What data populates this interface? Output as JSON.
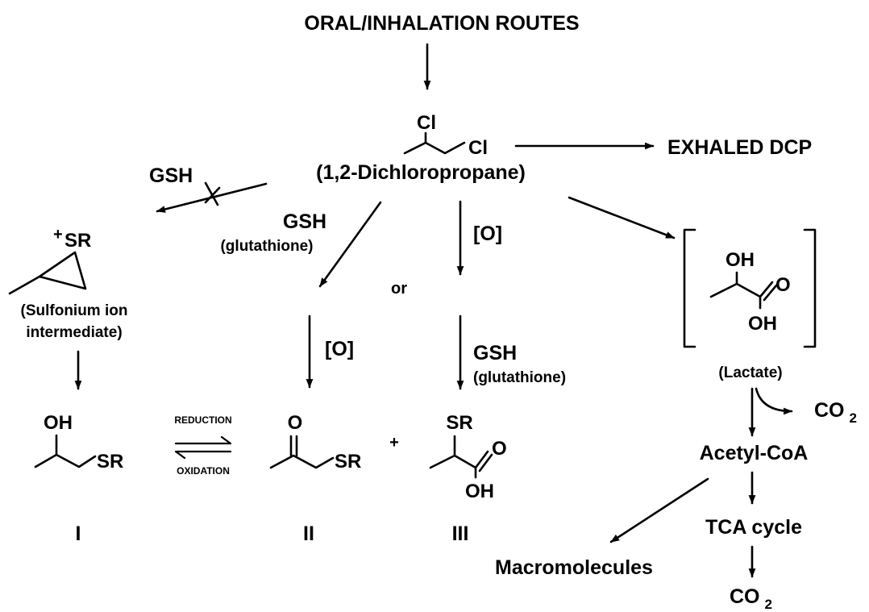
{
  "title": "ORAL/INHALATION ROUTES",
  "parent": {
    "name": "(1,2-Dichloropropane)",
    "atom_cl1": "Cl",
    "atom_cl2": "Cl"
  },
  "exhaled": "EXHALED DCP",
  "left_branch": {
    "reagent": "GSH",
    "atom": "SR",
    "charge": "+",
    "name_line1": "(Sulfonium ion",
    "name_line2": "intermediate)"
  },
  "branch_two": {
    "reagent": "GSH",
    "reagent_note": "(glutathione)",
    "step2": "[O]"
  },
  "or_label": "or",
  "branch_three": {
    "step1": "[O]",
    "reagent": "GSH",
    "reagent_note": "(glutathione)"
  },
  "compound_I": {
    "atom_oh": "OH",
    "atom_sr": "SR",
    "label": "I"
  },
  "equilibrium": {
    "top": "REDUCTION",
    "bottom": "OXIDATION"
  },
  "compound_II": {
    "atom_o": "O",
    "atom_sr": "SR",
    "label": "II"
  },
  "plus": "+",
  "compound_III": {
    "atom_sr": "SR",
    "atom_o": "O",
    "atom_oh": "OH",
    "label": "III"
  },
  "lactate": {
    "atom_oh": "OH",
    "atom_o": "O",
    "atom_oh2": "OH",
    "name": "(Lactate)"
  },
  "co2_top": {
    "main": "CO",
    "sub": "2"
  },
  "acetyl": "Acetyl-CoA",
  "tca": "TCA cycle",
  "macro": "Macromolecules",
  "co2_bottom": {
    "main": "CO",
    "sub": "2"
  }
}
